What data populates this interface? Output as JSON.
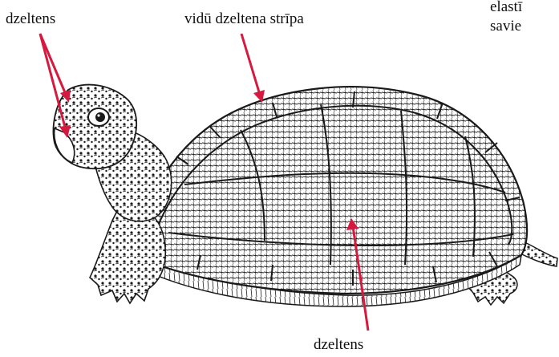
{
  "labels": {
    "head": "dzeltens",
    "stripe": "vidū dzeltena strīpa",
    "bottom": "dzeltens",
    "clipped_line1": "elastī",
    "clipped_line2": "savie"
  },
  "colors": {
    "arrow": "#d6193f",
    "ink": "#1a1a1a",
    "background": "#ffffff"
  },
  "illustration": "box-turtle-line-drawing"
}
